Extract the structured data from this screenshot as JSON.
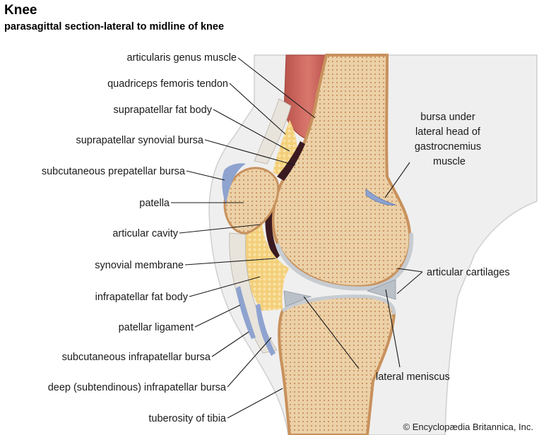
{
  "title": "Knee",
  "subtitle": "parasagittal section-lateral to midline of knee",
  "labels": {
    "articularis_genus": "articularis genus muscle",
    "quadriceps_tendon": "quadriceps femoris tendon",
    "suprapatellar_fat": "suprapatellar fat body",
    "suprapatellar_bursa": "suprapatellar synovial bursa",
    "prepatellar_bursa": "subcutaneous prepatellar bursa",
    "patella": "patella",
    "articular_cavity": "articular cavity",
    "synovial_membrane": "synovial membrane",
    "infrapatellar_fat": "infrapatellar fat body",
    "patellar_ligament": "patellar ligament",
    "subcut_infrapatellar_bursa": "subcutaneous infrapatellar bursa",
    "deep_infrapatellar_bursa": "deep (subtendinous) infrapatellar bursa",
    "tuberosity_tibia": "tuberosity of tibia",
    "bursa_gastrocnemius": [
      "bursa under",
      "lateral head of",
      "gastrocnemius",
      "muscle"
    ],
    "articular_cartilages": "articular cartilages",
    "lateral_meniscus": "lateral meniscus"
  },
  "credit": "© Encyclopædia Britannica, Inc.",
  "colors": {
    "skin": "#eeeeee",
    "bone_outer": "#d9a774",
    "bone_inner": "#ecd1a8",
    "muscle": "#c9635a",
    "fat": "#f3cf7a",
    "cartilage": "#c7ccd2",
    "bursa": "#8ea3cf",
    "cavity": "#3a1a20"
  }
}
